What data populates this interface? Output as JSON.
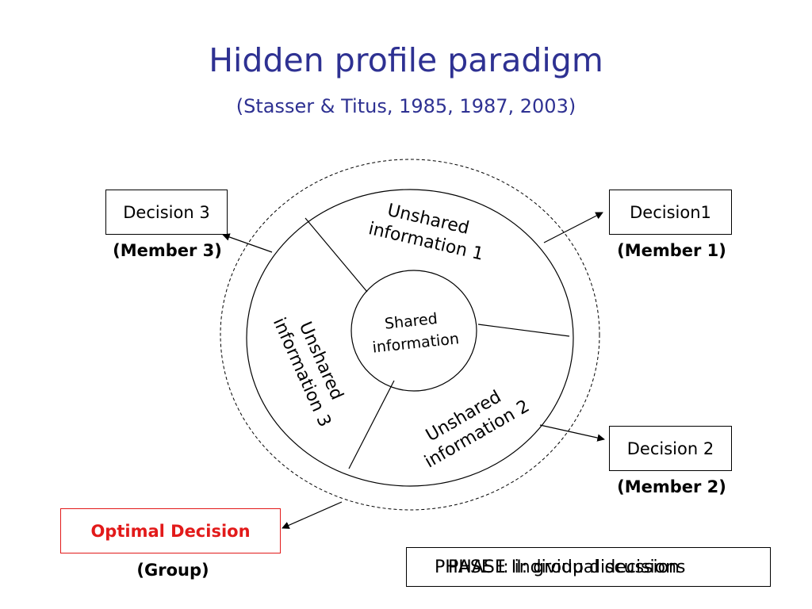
{
  "title": "Hidden profile paradigm",
  "subtitle": "(Stasser & Titus, 1985, 1987, 2003)",
  "diagram": {
    "shared": [
      "Shared",
      "information"
    ],
    "unshared1": [
      "Unshared",
      "information 1"
    ],
    "unshared2": [
      "Unshared",
      "information 2"
    ],
    "unshared3": [
      "Unshared",
      "information 3"
    ]
  },
  "decisions": {
    "d3": {
      "label": "Decision 3",
      "member": "(Member 3)"
    },
    "d1": {
      "label": "Decision1",
      "member": "(Member 1)"
    },
    "d2": {
      "label": "Decision 2",
      "member": "(Member 2)"
    },
    "optimal": {
      "label": "Optimal Decision",
      "member": "(Group)"
    }
  },
  "phase": {
    "text_a": "PHASE I: individual decisions",
    "text_b": "PHASE II: group discussion"
  },
  "colors": {
    "title": "#2e3192",
    "optimal": "#e21a1a"
  }
}
